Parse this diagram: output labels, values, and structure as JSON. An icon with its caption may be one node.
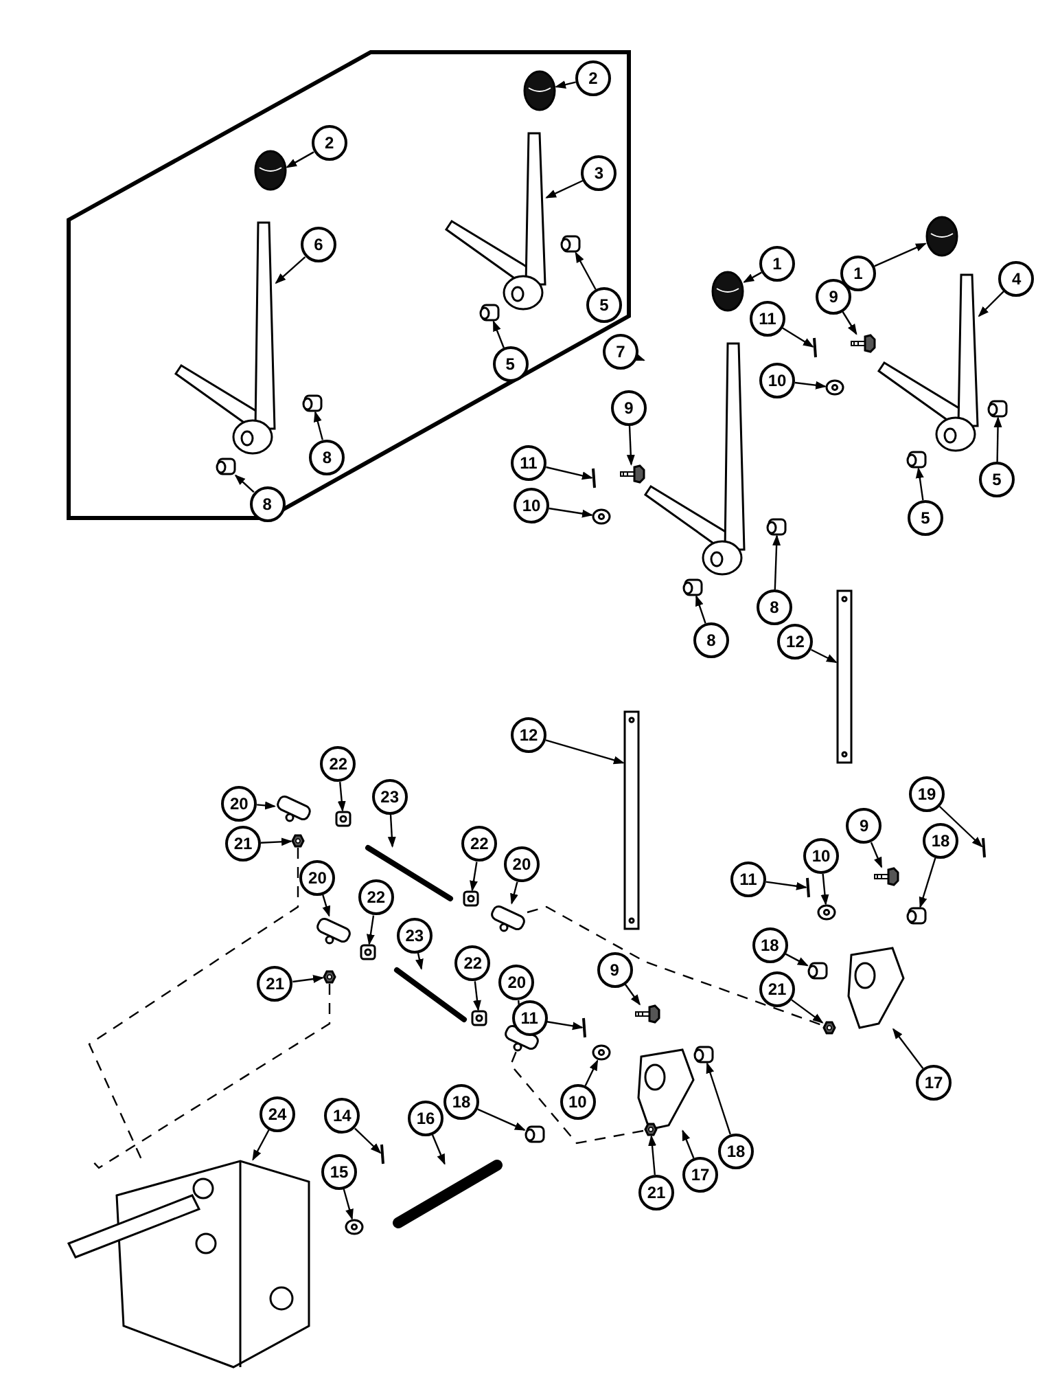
{
  "diagram": {
    "nodes": [
      {
        "text": [],
        "shape": "box"
      },
      {
        "text": [
          "2"
        ],
        "in": 0
      },
      {
        "text": [
          "2"
        ],
        "in": 0
      },
      {
        "text": [
          "3"
        ],
        "in": 0
      },
      {
        "text": [
          "6"
        ],
        "in": 0
      },
      {
        "text": [
          "5"
        ],
        "in": 0
      },
      {
        "text": [
          "5"
        ],
        "in": 0
      },
      {
        "text": [
          "8"
        ],
        "in": 0
      },
      {
        "text": [
          "8"
        ],
        "in": 0
      },
      {
        "text": [
          "1"
        ]
      },
      {
        "text": [
          "1"
        ]
      },
      {
        "text": [
          "4"
        ]
      },
      {
        "text": [
          "9"
        ]
      },
      {
        "text": [
          "11"
        ]
      },
      {
        "text": [
          "10"
        ]
      },
      {
        "text": [
          "7"
        ]
      },
      {
        "text": [
          "9"
        ]
      },
      {
        "text": [
          "11"
        ]
      },
      {
        "text": [
          "5"
        ]
      },
      {
        "text": [
          "10"
        ]
      },
      {
        "text": [
          "5"
        ]
      },
      {
        "text": [
          "12"
        ]
      },
      {
        "text": [
          "8"
        ]
      },
      {
        "text": [
          "8"
        ]
      },
      {
        "text": [
          "12"
        ]
      },
      {
        "text": [
          "22"
        ]
      },
      {
        "text": [
          "19"
        ]
      },
      {
        "text": [
          "20"
        ]
      },
      {
        "text": [
          "23"
        ]
      },
      {
        "text": [
          "9"
        ]
      },
      {
        "text": [
          "21"
        ]
      },
      {
        "text": [
          "18"
        ]
      },
      {
        "text": [
          "22"
        ]
      },
      {
        "text": [
          "10"
        ]
      },
      {
        "text": [
          "20"
        ]
      },
      {
        "text": [
          "11"
        ]
      },
      {
        "text": [
          "20"
        ]
      },
      {
        "text": [
          "22"
        ]
      },
      {
        "text": [
          "18"
        ]
      },
      {
        "text": [
          "23"
        ]
      },
      {
        "text": [
          "21"
        ]
      },
      {
        "text": [
          "22"
        ]
      },
      {
        "text": [
          "9"
        ]
      },
      {
        "text": [
          "21"
        ]
      },
      {
        "text": [
          "20"
        ]
      },
      {
        "text": [
          "11"
        ]
      },
      {
        "text": [
          "17"
        ]
      },
      {
        "text": [
          "10"
        ]
      },
      {
        "text": [
          "17"
        ]
      },
      {
        "text": [
          "18"
        ]
      },
      {
        "text": [
          "24"
        ]
      },
      {
        "text": [
          "16"
        ]
      },
      {
        "text": [
          "18"
        ]
      },
      {
        "text": [
          "21"
        ]
      },
      {
        "text": [
          "14"
        ]
      },
      {
        "text": [
          "15"
        ]
      },
      {
        "text": [],
        "shape": "picture",
        "in": 0
      },
      {
        "text": [],
        "shape": "picture",
        "in": 0
      },
      {
        "text": [],
        "shape": "picture",
        "in": 0
      },
      {
        "text": [],
        "shape": "picture",
        "in": 0
      },
      {
        "text": [],
        "shape": "picture",
        "in": 0
      },
      {
        "text": [],
        "shape": "picture",
        "in": 0
      },
      {
        "text": [],
        "shape": "picture",
        "in": 0
      },
      {
        "text": [],
        "shape": "picture",
        "in": 0
      },
      {
        "text": [],
        "shape": "picture"
      },
      {
        "text": [],
        "shape": "picture"
      },
      {
        "text": [],
        "shape": "picture"
      },
      {
        "text": [],
        "shape": "picture"
      },
      {
        "text": [],
        "shape": "picture"
      },
      {
        "text": [],
        "shape": "picture"
      },
      {
        "text": [],
        "shape": "picture"
      },
      {
        "text": [],
        "shape": "picture"
      },
      {
        "text": [],
        "shape": "picture"
      },
      {
        "text": [],
        "shape": "picture"
      },
      {
        "text": [],
        "shape": "picture"
      },
      {
        "text": [],
        "shape": "picture"
      },
      {
        "text": [],
        "shape": "picture"
      },
      {
        "text": [],
        "shape": "picture"
      },
      {
        "text": [],
        "shape": "picture"
      },
      {
        "text": [],
        "shape": "picture"
      },
      {
        "text": [],
        "shape": "picture"
      },
      {
        "text": [],
        "shape": "picture"
      },
      {
        "text": [],
        "shape": "picture"
      },
      {
        "text": [],
        "shape": "picture"
      },
      {
        "text": [],
        "shape": "picture"
      },
      {
        "text": [],
        "shape": "picture"
      },
      {
        "text": [],
        "shape": "picture"
      },
      {
        "text": [],
        "shape": "picture"
      },
      {
        "text": [],
        "shape": "picture"
      },
      {
        "text": [],
        "shape": "picture"
      },
      {
        "text": [],
        "shape": "picture"
      },
      {
        "text": [],
        "shape": "picture"
      },
      {
        "text": [],
        "shape": "picture"
      },
      {
        "text": [],
        "shape": "picture"
      },
      {
        "text": [],
        "shape": "picture"
      },
      {
        "text": [],
        "shape": "picture"
      },
      {
        "text": [],
        "shape": "picture"
      },
      {
        "text": [],
        "shape": "picture"
      },
      {
        "text": [],
        "shape": "picture"
      },
      {
        "text": [],
        "shape": "picture"
      },
      {
        "text": [],
        "shape": "picture"
      },
      {
        "text": [],
        "shape": "picture"
      },
      {
        "text": [],
        "shape": "picture"
      },
      {
        "text": [],
        "shape": "picture"
      },
      {
        "text": [],
        "shape": "picture"
      },
      {
        "text": [],
        "shape": "picture"
      },
      {
        "text": [],
        "shape": "picture"
      },
      {
        "text": [],
        "shape": "picture"
      },
      {
        "text": [],
        "shape": "picture"
      },
      {
        "text": [],
        "shape": "picture"
      },
      {
        "text": [],
        "shape": "picture"
      }
    ],
    "edges": [
      {
        "from": 1,
        "to": 56,
        "arrow": "to"
      },
      {
        "from": 2,
        "to": 57,
        "arrow": "to"
      },
      {
        "from": 3,
        "to": 58,
        "arrow": "to"
      },
      {
        "from": 4,
        "to": 59,
        "arrow": "to"
      },
      {
        "from": 5,
        "to": 60,
        "arrow": "to"
      },
      {
        "from": 6,
        "to": 61,
        "arrow": "to"
      },
      {
        "from": 7,
        "to": 62,
        "arrow": "to"
      },
      {
        "from": 8,
        "to": 63,
        "arrow": "to"
      },
      {
        "from": 9,
        "to": 64,
        "arrow": "to"
      },
      {
        "from": 10,
        "to": 65,
        "arrow": "to"
      },
      {
        "from": 11,
        "to": 66,
        "arrow": "to"
      },
      {
        "from": 12,
        "to": 67,
        "arrow": "to"
      },
      {
        "from": 13,
        "to": 68,
        "arrow": "to"
      },
      {
        "from": 14,
        "to": 69,
        "arrow": "to"
      },
      {
        "from": 15,
        "to": 70,
        "arrow": "to"
      },
      {
        "from": 16,
        "to": 71,
        "arrow": "to"
      },
      {
        "from": 17,
        "to": 72,
        "arrow": "to"
      },
      {
        "from": 18,
        "to": 73,
        "arrow": "to"
      },
      {
        "from": 19,
        "to": 74,
        "arrow": "to"
      },
      {
        "from": 20,
        "to": 75,
        "arrow": "to"
      },
      {
        "from": 21,
        "to": 76,
        "arrow": "to"
      },
      {
        "from": 22,
        "to": 77,
        "arrow": "to"
      },
      {
        "from": 23,
        "to": 78,
        "arrow": "to"
      },
      {
        "from": 24,
        "to": 79,
        "arrow": "to"
      },
      {
        "from": 25,
        "to": 80,
        "arrow": "to"
      },
      {
        "from": 26,
        "to": 81,
        "arrow": "to"
      },
      {
        "from": 27,
        "to": 82,
        "arrow": "to"
      },
      {
        "from": 28,
        "to": 83,
        "arrow": "to"
      },
      {
        "from": 29,
        "to": 84,
        "arrow": "to"
      },
      {
        "from": 30,
        "to": 85,
        "arrow": "to"
      },
      {
        "from": 31,
        "to": 86,
        "arrow": "to"
      },
      {
        "from": 32,
        "to": 87,
        "arrow": "to"
      },
      {
        "from": 33,
        "to": 88,
        "arrow": "to"
      },
      {
        "from": 34,
        "to": 89,
        "arrow": "to"
      },
      {
        "from": 35,
        "to": 90,
        "arrow": "to"
      },
      {
        "from": 36,
        "to": 91,
        "arrow": "to"
      },
      {
        "from": 37,
        "to": 92,
        "arrow": "to"
      },
      {
        "from": 38,
        "to": 93,
        "arrow": "to"
      },
      {
        "from": 39,
        "to": 94,
        "arrow": "to"
      },
      {
        "from": 40,
        "to": 95,
        "arrow": "to"
      },
      {
        "from": 41,
        "to": 96,
        "arrow": "to"
      },
      {
        "from": 42,
        "to": 97,
        "arrow": "to"
      },
      {
        "from": 43,
        "to": 98,
        "arrow": "to"
      },
      {
        "from": 44,
        "to": 99,
        "arrow": "to"
      },
      {
        "from": 45,
        "to": 100,
        "arrow": "to"
      },
      {
        "from": 46,
        "to": 101,
        "arrow": "to"
      },
      {
        "from": 47,
        "to": 102,
        "arrow": "to"
      },
      {
        "from": 48,
        "to": 103,
        "arrow": "to"
      },
      {
        "from": 49,
        "to": 104,
        "arrow": "to"
      },
      {
        "from": 50,
        "to": 105,
        "arrow": "to"
      },
      {
        "from": 51,
        "to": 106,
        "arrow": "to"
      },
      {
        "from": 52,
        "to": 107,
        "arrow": "to"
      },
      {
        "from": 53,
        "to": 108,
        "arrow": "to"
      },
      {
        "from": 54,
        "to": 109,
        "arrow": "to"
      },
      {
        "from": 55,
        "to": 110,
        "arrow": "to"
      },
      {
        "from": 85,
        "to": 105,
        "arrow": "none",
        "style": "dashed"
      },
      {
        "from": 95,
        "to": 105,
        "arrow": "none",
        "style": "dashed"
      },
      {
        "from": 89,
        "to": 98,
        "arrow": "none",
        "style": "dashed"
      },
      {
        "from": 99,
        "to": 108,
        "arrow": "none",
        "style": "dashed"
      }
    ]
  }
}
